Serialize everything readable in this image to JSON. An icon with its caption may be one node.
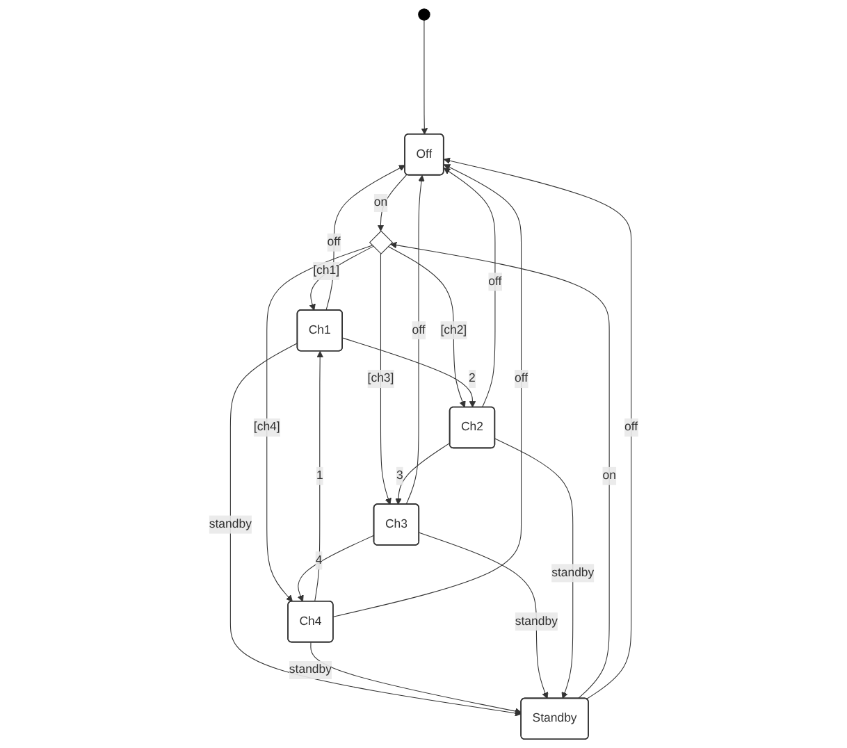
{
  "diagram": {
    "nodes": [
      {
        "text": [],
        "shape": "circle"
      },
      {
        "text": [
          "Off"
        ]
      },
      {
        "text": [],
        "shape": "diamond"
      },
      {
        "text": [
          "Ch1"
        ]
      },
      {
        "text": [
          "Ch2"
        ]
      },
      {
        "text": [
          "Ch4"
        ]
      },
      {
        "text": [
          "Ch3"
        ]
      },
      {
        "text": [
          "Standby"
        ]
      }
    ],
    "edges": [
      {
        "from": 0,
        "to": 1,
        "arrow": "to"
      },
      {
        "from": 1,
        "to": 2,
        "label": "on",
        "arrow": "to"
      },
      {
        "from": 7,
        "to": 2,
        "label": "on",
        "arrow": "to"
      },
      {
        "from": 2,
        "to": 3,
        "label": "[ch1]",
        "arrow": "to"
      },
      {
        "from": 2,
        "to": 5,
        "label": "[ch4]",
        "arrow": "to"
      },
      {
        "from": 2,
        "to": 4,
        "label": "[ch2]",
        "arrow": "to"
      },
      {
        "from": 2,
        "to": 6,
        "label": "[ch3]",
        "arrow": "to"
      },
      {
        "from": 3,
        "to": 4,
        "label": "2",
        "arrow": "to"
      },
      {
        "from": 4,
        "to": 6,
        "label": "3",
        "arrow": "to"
      },
      {
        "from": 6,
        "to": 5,
        "label": "4",
        "arrow": "to"
      },
      {
        "from": 5,
        "to": 3,
        "label": "1",
        "arrow": "to"
      },
      {
        "from": 5,
        "to": 1,
        "label": "off",
        "arrow": "to"
      },
      {
        "from": 6,
        "to": 1,
        "label": "off",
        "arrow": "to"
      },
      {
        "from": 4,
        "to": 1,
        "label": "off",
        "arrow": "to"
      },
      {
        "from": 3,
        "to": 1,
        "label": "off",
        "arrow": "to"
      },
      {
        "from": 3,
        "to": 7,
        "label": "standby",
        "arrow": "to"
      },
      {
        "from": 5,
        "to": 7,
        "label": "standby",
        "arrow": "to"
      },
      {
        "from": 6,
        "to": 7,
        "label": "standby",
        "arrow": "to"
      },
      {
        "from": 4,
        "to": 7,
        "label": "standby",
        "arrow": "to"
      },
      {
        "from": 7,
        "to": 1,
        "label": "off",
        "arrow": "to"
      }
    ]
  }
}
